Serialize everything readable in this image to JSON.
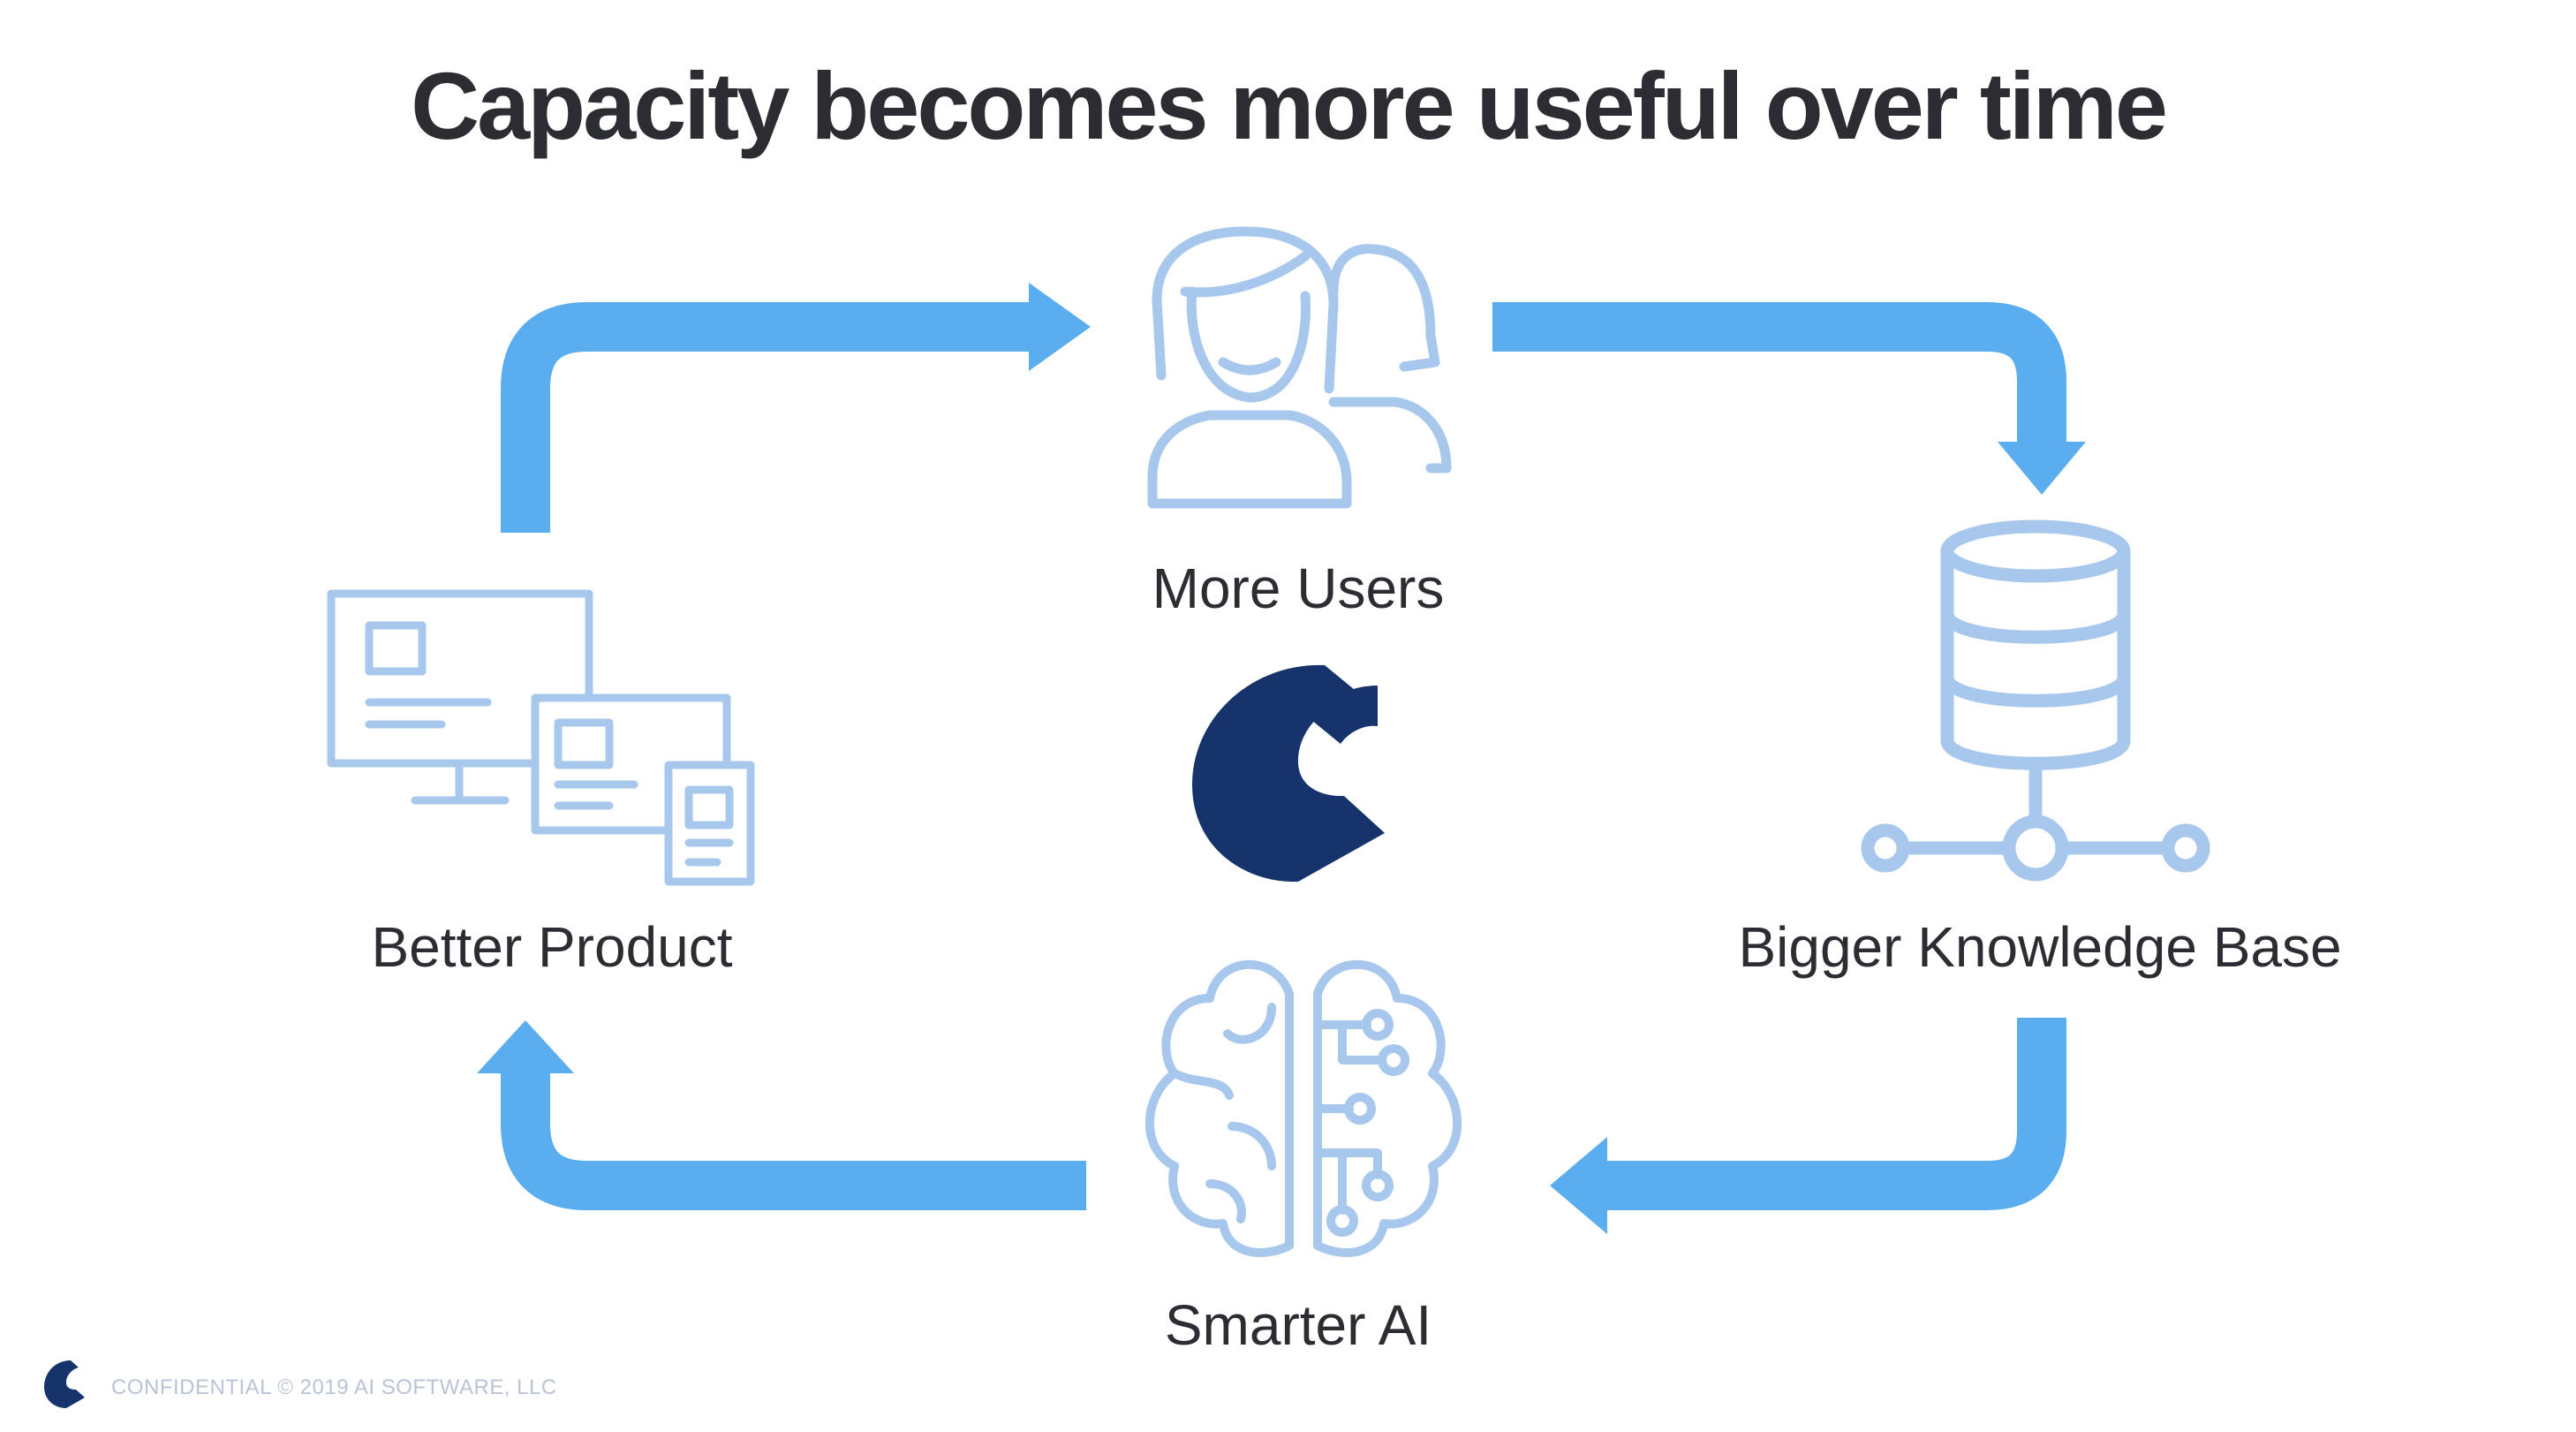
{
  "slide": {
    "title": "Capacity becomes more useful over time"
  },
  "cycle": {
    "nodes": [
      {
        "id": "more-users",
        "label": "More Users",
        "icon": "users-icon"
      },
      {
        "id": "bigger-knowledge-base",
        "label": "Bigger Knowledge Base",
        "icon": "database-icon"
      },
      {
        "id": "smarter-ai",
        "label": "Smarter AI",
        "icon": "brain-circuit-icon"
      },
      {
        "id": "better-product",
        "label": "Better Product",
        "icon": "devices-icon"
      }
    ],
    "flow": [
      "Better Product → More Users",
      "More Users → Bigger Knowledge Base",
      "Bigger Knowledge Base → Smarter AI",
      "Smarter AI → Better Product"
    ]
  },
  "center_logo": {
    "icon": "capacity-logo-icon"
  },
  "footer": {
    "logo_icon": "capacity-logo-icon",
    "text": "CONFIDENTIAL © 2019 AI SOFTWARE, LLC"
  },
  "colors": {
    "arrow": "#5aaef0",
    "icon_outline": "#a7c8ec",
    "logo_navy": "#16336b",
    "title_text": "#2c2d33",
    "footer_text": "#b9c4d6",
    "background": "#ffffff"
  }
}
